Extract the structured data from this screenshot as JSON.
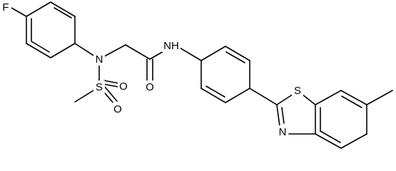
{
  "atoms": {
    "F": "F",
    "N_sulfonamide": "N",
    "S_sulfonyl": "S",
    "O_sulfonyl_1": "O",
    "O_sulfonyl_2": "O",
    "O_carbonyl": "O",
    "NH_amide": "N",
    "H_amide": "H",
    "S_thiazole": "S",
    "N_thiazole": "N"
  },
  "colors": {
    "bond": "#000000",
    "label": "#000000",
    "background": "#ffffff"
  }
}
